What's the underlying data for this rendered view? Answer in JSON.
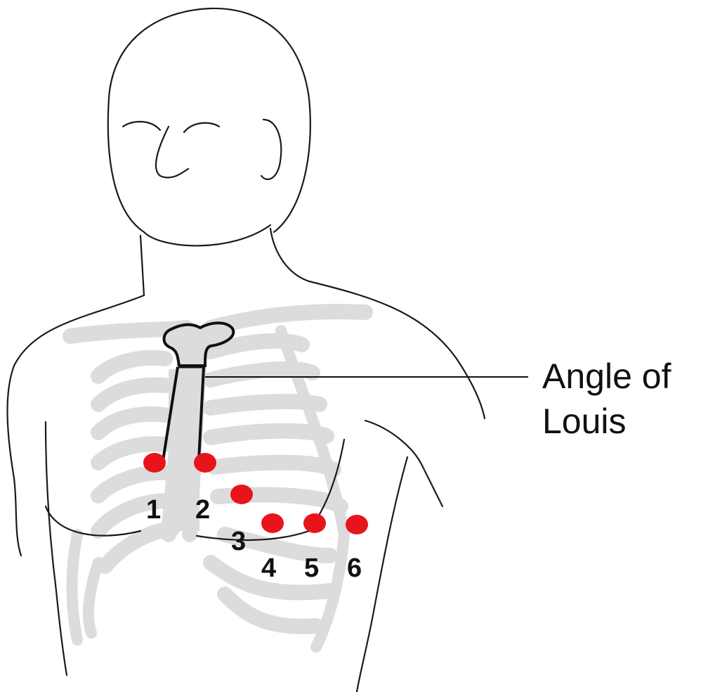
{
  "diagram": {
    "callout": {
      "line1": "Angle of",
      "line2": "Louis"
    },
    "electrodes": [
      {
        "label": "1",
        "color": "#e8141c"
      },
      {
        "label": "2",
        "color": "#e8141c"
      },
      {
        "label": "3",
        "color": "#e8141c"
      },
      {
        "label": "4",
        "color": "#e8141c"
      },
      {
        "label": "5",
        "color": "#e8141c"
      },
      {
        "label": "6",
        "color": "#e8141c"
      }
    ],
    "colors": {
      "electrode": "#e8141c",
      "ribcage": "#dcdcdc",
      "outline": "#1a1a1a"
    }
  }
}
